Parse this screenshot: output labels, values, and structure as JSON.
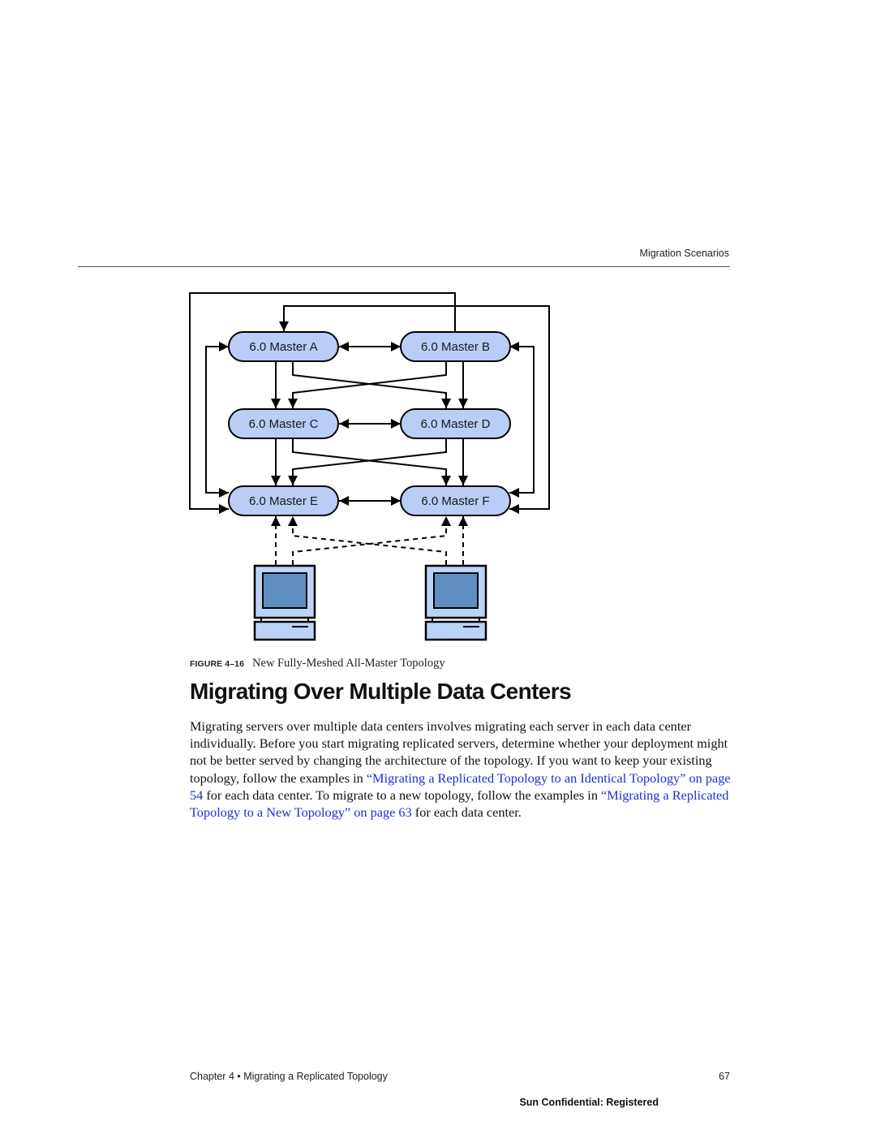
{
  "header": {
    "running_head": "Migration Scenarios"
  },
  "figure": {
    "nodes": {
      "a": "6.0 Master A",
      "b": "6.0 Master B",
      "c": "6.0 Master C",
      "d": "6.0 Master D",
      "e": "6.0 Master E",
      "f": "6.0 Master F"
    },
    "caption_label": "FIGURE 4–16",
    "caption_text": "New Fully-Meshed All-Master Topology",
    "colors": {
      "node_fill": "#b9cdf7",
      "screen": "#5f8ec3",
      "computer": "#bdd3f6"
    }
  },
  "section": {
    "title": "Migrating Over Multiple Data Centers"
  },
  "body": {
    "p1": "Migrating servers over multiple data centers involves migrating each server in each data center individually. Before you start migrating replicated servers, determine whether your deployment might not be better served by changing the architecture of the topology. If you want to keep your existing topology, follow the examples in ",
    "link1": "“Migrating a Replicated Topology to an Identical Topology” on page 54",
    "p2": " for each data center. To migrate to a new topology, follow the examples in ",
    "link2": "“Migrating a Replicated Topology to a New Topology” on page 63",
    "p3": " for each data center."
  },
  "footer": {
    "chapter": "Chapter 4 • Migrating a Replicated Topology",
    "page_number": "67",
    "confidential": "Sun Confidential: Registered"
  }
}
